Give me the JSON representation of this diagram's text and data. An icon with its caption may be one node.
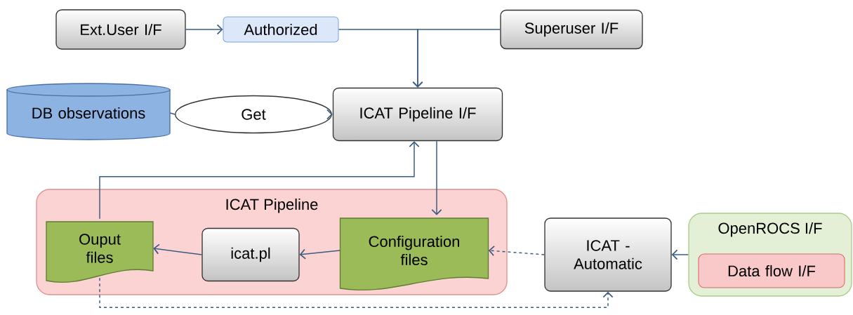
{
  "diagram": {
    "nodes": [
      {
        "text": [
          "Ext.User I/F"
        ]
      },
      {
        "text": [
          "Authorized"
        ]
      },
      {
        "text": [
          "Superuser I/F"
        ]
      },
      {
        "text": [
          "DB observations"
        ]
      },
      {
        "text": [
          "Get"
        ]
      },
      {
        "text": [
          "ICAT Pipeline I/F"
        ]
      },
      {
        "text": [
          "ICAT Pipeline"
        ]
      },
      {
        "text": [
          "Ouput files"
        ],
        "in": 6
      },
      {
        "text": [
          "icat.pl"
        ],
        "in": 6
      },
      {
        "text": [
          "Configuration files"
        ],
        "in": 6
      },
      {
        "text": [
          "ICAT - Automatic"
        ]
      },
      {
        "text": [
          "OpenROCS I/F"
        ]
      },
      {
        "text": [
          "Data flow I/F"
        ],
        "in": 11
      }
    ],
    "edges": [
      {
        "from": 0,
        "to": 1,
        "arrow": "to"
      },
      {
        "from": 1,
        "to": 5,
        "arrow": "to"
      },
      {
        "from": 2,
        "to": 5,
        "arrow": "to"
      },
      {
        "from": 3,
        "to": 4,
        "arrow": "none"
      },
      {
        "from": 4,
        "to": 5,
        "arrow": "to"
      },
      {
        "from": 5,
        "to": 9,
        "arrow": "to"
      },
      {
        "from": 7,
        "to": 5,
        "arrow": "to"
      },
      {
        "from": 8,
        "to": 7,
        "arrow": "to"
      },
      {
        "from": 9,
        "to": 8,
        "arrow": "to"
      },
      {
        "from": 10,
        "to": 9,
        "arrow": "to",
        "style": "dashed"
      },
      {
        "from": 11,
        "to": 10,
        "arrow": "to"
      },
      {
        "from": 7,
        "to": 10,
        "arrow": "to",
        "style": "dashed"
      }
    ]
  }
}
